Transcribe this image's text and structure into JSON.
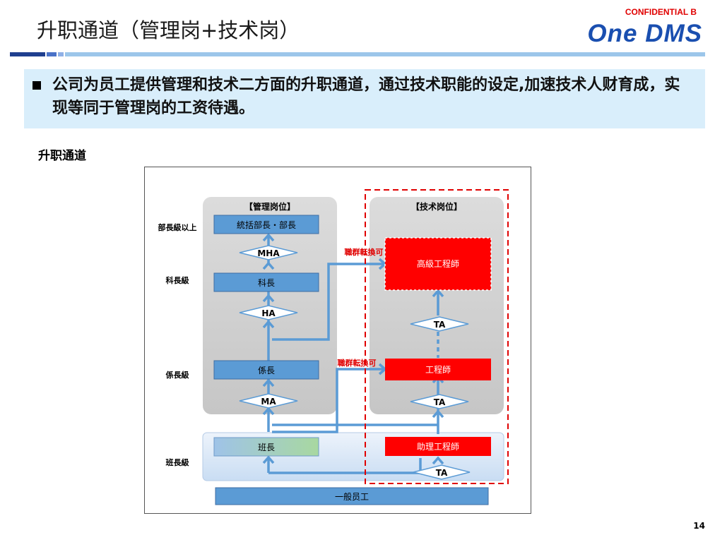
{
  "header": {
    "title": "升职通道（管理岗+技术岗）",
    "confidential": "CONFIDENTIAL B",
    "logo": "One DMS"
  },
  "banner": {
    "text": "公司为员工提供管理和技术二方面的升职通道，通过技术职能的设定,加速技术人财育成，实现等同于管理岗的工资待遇。"
  },
  "section_label": "升职通道",
  "diagram": {
    "management_header": "【管理岗位】",
    "technical_header": "【技术岗位】",
    "levels": [
      "部長級以上",
      "科長級",
      "係長級",
      "班長級"
    ],
    "management_boxes": [
      "統括部長・部長",
      "科長",
      "係長",
      "班長"
    ],
    "management_badges": [
      "MHA",
      "HA",
      "MA"
    ],
    "technical_boxes": [
      "高級工程師",
      "工程師",
      "助理工程師"
    ],
    "technical_badges": [
      "TA",
      "TA",
      "TA"
    ],
    "transfer_labels": [
      "職群転換可",
      "職群転換可"
    ],
    "base_box": "一般员工"
  },
  "colors": {
    "management_box": "#5b9bd5",
    "technical_box": "#ff0000",
    "arrow": "#5b9bd5",
    "banner_bg": "#d9eefb",
    "logo": "#1a4fb0"
  },
  "page_number": "14"
}
